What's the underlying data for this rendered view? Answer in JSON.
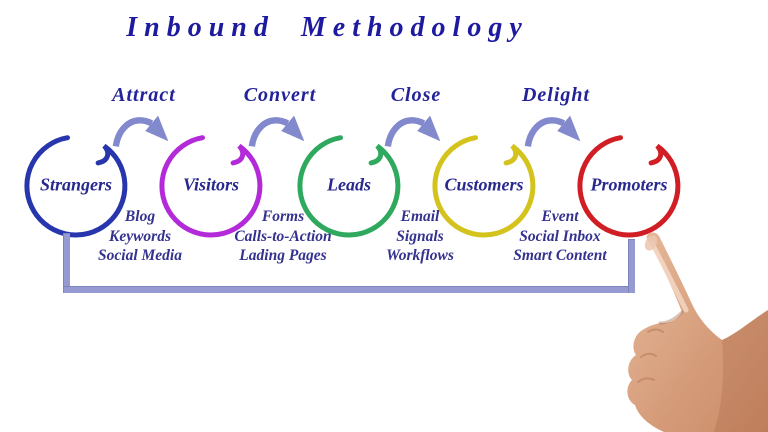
{
  "title": "Inbound Methodology",
  "colors": {
    "background": "#ffffff",
    "title_text": "#1d1aa0",
    "transition_label_text": "#232299",
    "stage_label_text": "#28288f",
    "tactic_text": "#34328e",
    "arrow": "#8289cd",
    "bracket": "#959bd0",
    "hand_skin": "#d69d7b"
  },
  "stages": [
    {
      "label": "Strangers",
      "color": "#2736ac"
    },
    {
      "label": "Visitors",
      "color": "#b32bd9"
    },
    {
      "label": "Leads",
      "color": "#2fa95e"
    },
    {
      "label": "Customers",
      "color": "#d3c31c"
    },
    {
      "label": "Promoters",
      "color": "#d01e24"
    }
  ],
  "transitions": [
    {
      "label": "Attract"
    },
    {
      "label": "Convert"
    },
    {
      "label": "Close"
    },
    {
      "label": "Delight"
    }
  ],
  "tactics": [
    {
      "items": [
        "Blog",
        "Keywords",
        "Social Media"
      ]
    },
    {
      "items": [
        "Forms",
        "Calls-to-Action",
        "Lading Pages"
      ]
    },
    {
      "items": [
        "Email",
        "Signals",
        "Workflows"
      ]
    },
    {
      "items": [
        "Event",
        "Social Inbox",
        "Smart Content"
      ]
    }
  ],
  "decorations": {
    "hand": "pointing-hand",
    "loop_connector": "feedback-loop-line"
  }
}
